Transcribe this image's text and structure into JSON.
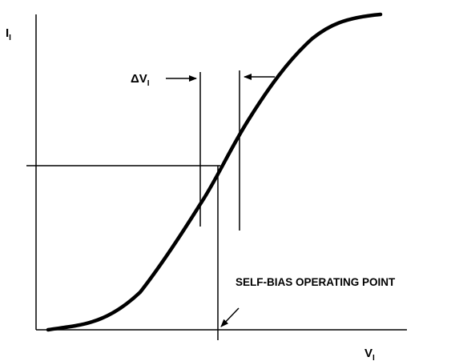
{
  "labels": {
    "y_axis_main": "I",
    "y_axis_sub": "I",
    "x_axis_main": "V",
    "x_axis_sub": "I",
    "delta_main": "ΔV",
    "delta_sub": "I",
    "operating_point": "SELF-BIAS OPERATING POINT"
  },
  "colors": {
    "ink": "#000000",
    "background": "#ffffff"
  }
}
